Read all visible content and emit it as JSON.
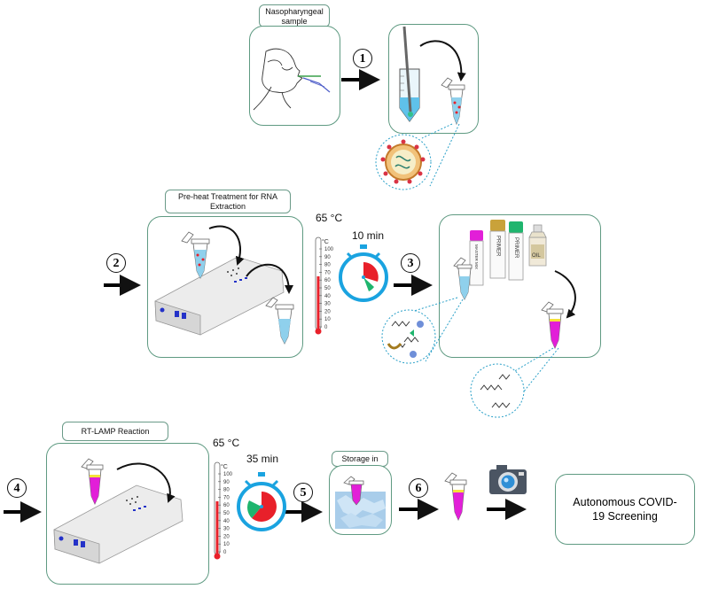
{
  "labels": {
    "sample_collection": "Nasopharyngeal sample Collection",
    "preheat": "Pre-heat Treatment for RNA Extraction",
    "rtlamp": "RT-LAMP Reaction",
    "storage": "Storage in Ice",
    "final": "Autonomous COVID-19 Screening"
  },
  "steps": [
    "1",
    "2",
    "3",
    "4",
    "5",
    "6"
  ],
  "temp1": "65 °C",
  "time1": "10 min",
  "temp2": "65 °C",
  "time2": "35 min",
  "thermo_unit": "°C",
  "thermo_ticks": [
    "100",
    "90",
    "80",
    "70",
    "60",
    "50",
    "40",
    "30",
    "20",
    "10",
    "0"
  ],
  "reagents": {
    "master_mix": "MASTER MIX",
    "primer": "PRIMER",
    "oil": "OIL"
  },
  "colors": {
    "panel_border": "#5f9a82",
    "tube_blue": "#8fd0ec",
    "tube_pink": "#e21fd8",
    "timer": "#1aa3e0",
    "red": "#e8202a",
    "green": "#1fb56e"
  }
}
